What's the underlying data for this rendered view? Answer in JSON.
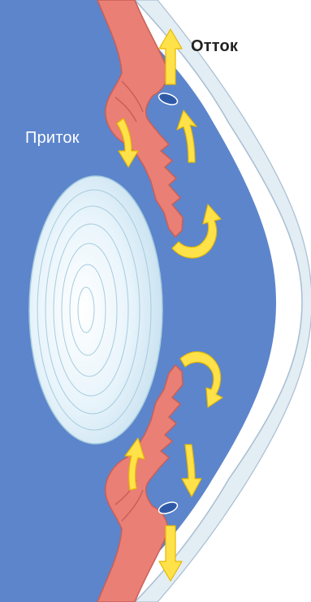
{
  "labels": {
    "outflow": "Отток",
    "inflow": "Приток"
  },
  "colors": {
    "background": "#ffffff",
    "aqueous": "#5c85cc",
    "cornea_band": "#e3edf4",
    "cornea_edge": "#a9bfd2",
    "ciliary_body": "#e97f75",
    "ciliary_shadow": "#c95f57",
    "lens_fill": "#dbeff8",
    "lens_rings": "#a7ccde",
    "arrow_fill": "#ffe24a",
    "arrow_stroke": "#e6b800",
    "outflow_text": "#222222",
    "inflow_text": "#ffffff"
  },
  "icons": {
    "arrow": "curved-arrow",
    "channel": "schlemm-canal"
  }
}
